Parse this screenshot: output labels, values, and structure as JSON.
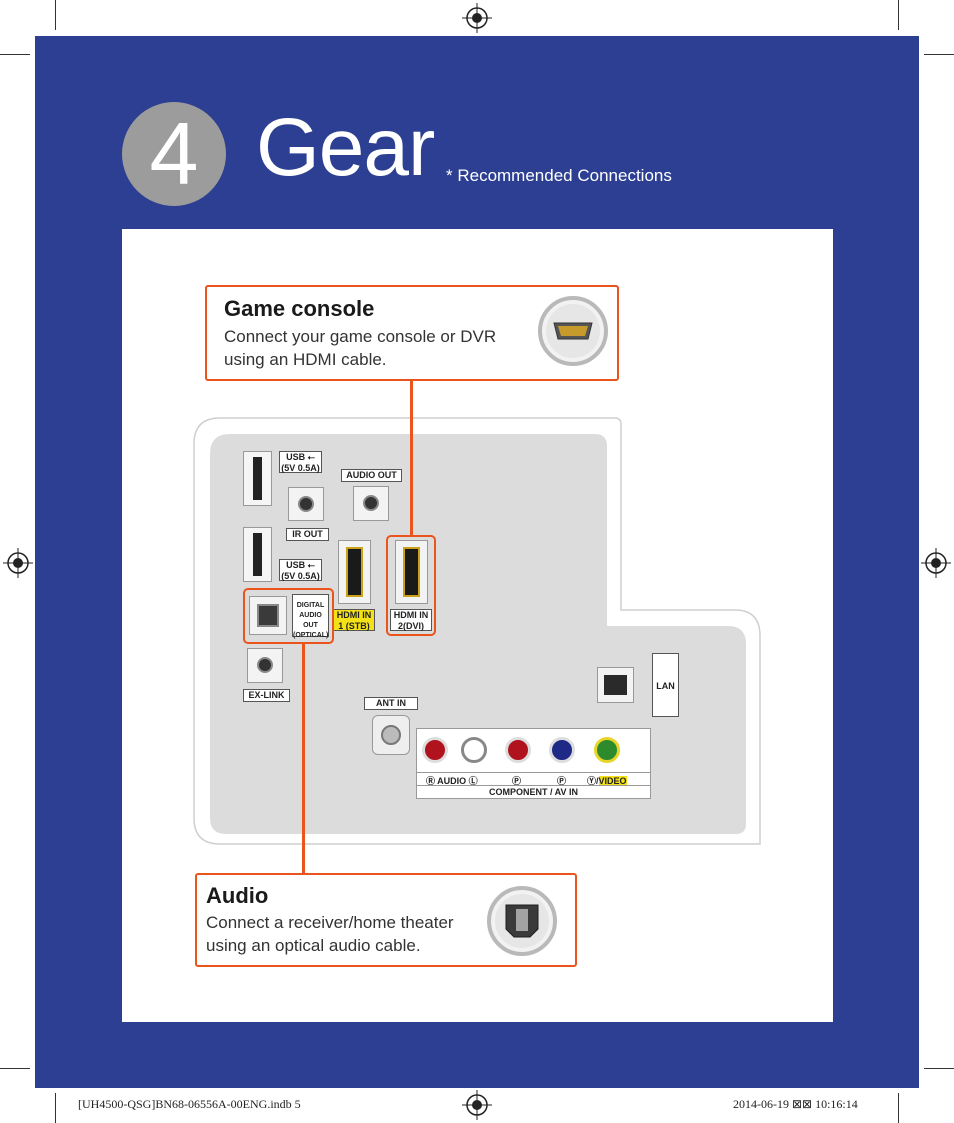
{
  "header": {
    "step_number": "4",
    "title": "Gear",
    "subtitle": "* Recommended Connections"
  },
  "callouts": {
    "game_console": {
      "title": "Game console",
      "line1": "Connect your game console or DVR",
      "line2": "using an HDMI cable.",
      "icon": "hdmi-plug-icon"
    },
    "audio": {
      "title": "Audio",
      "line1": "Connect a receiver/home theater",
      "line2": "using an optical audio cable.",
      "icon": "optical-plug-icon"
    }
  },
  "ports": {
    "usb1_line1": "USB ⭠",
    "usb1_line2": "(5V 0.5A)",
    "usb2_line1": "USB ⭠",
    "usb2_line2": "(5V 0.5A)",
    "ir_out": "IR OUT",
    "audio_out": "AUDIO OUT",
    "hdmi1_line1": "HDMI IN",
    "hdmi1_line2": "1 (STB)",
    "hdmi2_line1": "HDMI  IN",
    "hdmi2_line2": "2(DVI)",
    "digital_line1": "DIGITAL",
    "digital_line2": "AUDIO OUT",
    "digital_line3": "(OPTICAL)",
    "ex_link": "EX-LINK",
    "ant_in": "ANT IN",
    "lan": "LAN",
    "component_row": "Ⓡ AUDIO Ⓛ",
    "pb": "Ⓟ",
    "pr": "Ⓟ",
    "y_video_y": "Ⓨ/",
    "y_video": "VIDEO",
    "component_title": "COMPONENT / AV IN"
  },
  "footer": {
    "file": "[UH4500-QSG]BN68-06556A-00ENG.indb   5",
    "timestamp": "2014-06-19   ⊠⊠ 10:16:14"
  },
  "colors": {
    "blue": "#2c3f92",
    "orange": "#e9551d",
    "hdmi1_highlight": "#f4e218"
  }
}
